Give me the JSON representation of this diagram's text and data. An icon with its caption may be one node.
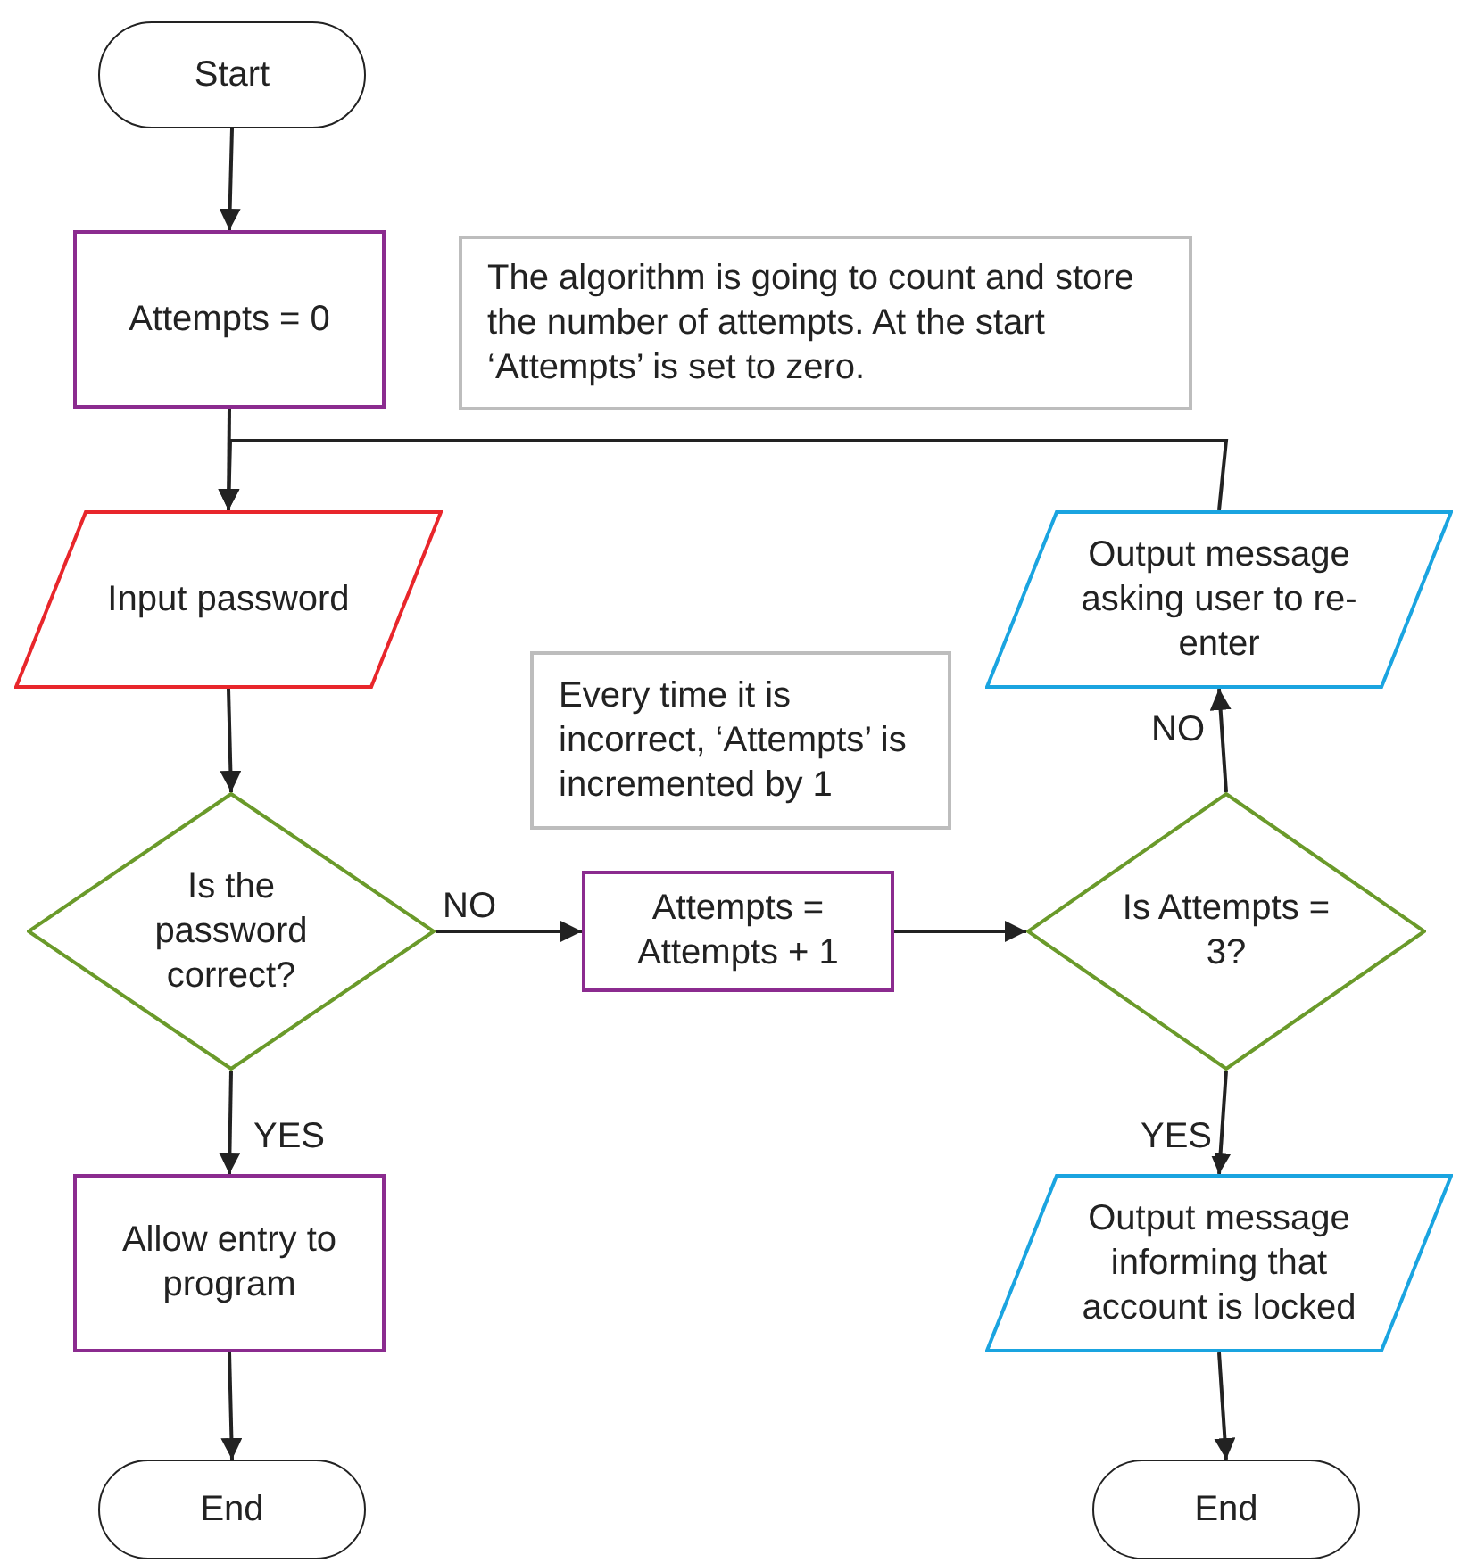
{
  "diagram": {
    "nodes": [
      {
        "text": [
          "Start"
        ]
      },
      {
        "text": [
          "Attempts = 0"
        ]
      },
      {
        "text": [
          "The algorithm is going to count and store the number of attempts. At the start ‘Attempts’ is set to zero."
        ]
      },
      {
        "text": [
          "Input password"
        ]
      },
      {
        "text": [
          "Every time it is incorrect, ‘Attempts’ is incremented by 1"
        ]
      },
      {
        "text": [
          "Is the password correct?"
        ]
      },
      {
        "text": [
          "Attempts = Attempts + 1"
        ]
      },
      {
        "text": [
          "Is Attempts = 3?"
        ]
      },
      {
        "text": [
          "Output message asking user to re-enter"
        ]
      },
      {
        "text": [
          "Allow entry to program"
        ]
      },
      {
        "text": [
          "Output message informing that account is locked"
        ]
      },
      {
        "text": [
          "End"
        ]
      },
      {
        "text": [
          "End"
        ]
      }
    ],
    "edges": [
      {
        "from": 0,
        "to": 1,
        "arrow": "to"
      },
      {
        "from": 1,
        "to": 3,
        "arrow": "to"
      },
      {
        "from": 3,
        "to": 5,
        "arrow": "to"
      },
      {
        "from": 5,
        "to": 6,
        "arrow": "to",
        "label": "NO"
      },
      {
        "from": 6,
        "to": 7,
        "arrow": "to"
      },
      {
        "from": 7,
        "to": 8,
        "arrow": "to",
        "label": "NO"
      },
      {
        "from": 8,
        "to": 3,
        "arrow": "to"
      },
      {
        "from": 5,
        "to": 9,
        "arrow": "to",
        "label": "YES"
      },
      {
        "from": 7,
        "to": 10,
        "arrow": "to",
        "label": "YES"
      },
      {
        "from": 9,
        "to": 11,
        "arrow": "to"
      },
      {
        "from": 10,
        "to": 12,
        "arrow": "to"
      }
    ]
  }
}
